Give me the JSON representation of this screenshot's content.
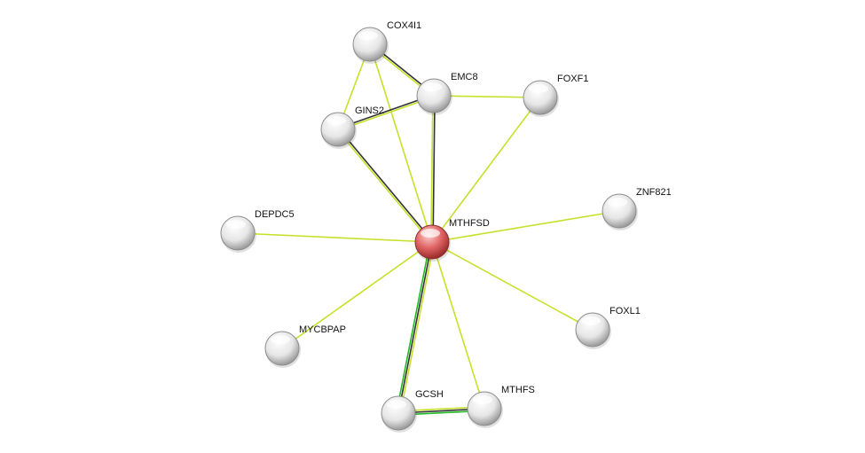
{
  "network": {
    "query_protein": "MTHFSD",
    "colors": {
      "textmining": "#c7e02a",
      "coexpression": "#333333",
      "database": "#22bb22",
      "query_node": "#e05a5a",
      "node": "#e8e8e8"
    },
    "nodes": [
      {
        "id": "COX4I1",
        "label": "COX4I1"
      },
      {
        "id": "EMC8",
        "label": "EMC8"
      },
      {
        "id": "FOXF1",
        "label": "FOXF1"
      },
      {
        "id": "GINS2",
        "label": "GINS2"
      },
      {
        "id": "ZNF821",
        "label": "ZNF821"
      },
      {
        "id": "DEPDC5",
        "label": "DEPDC5"
      },
      {
        "id": "MTHFSD",
        "label": "MTHFSD"
      },
      {
        "id": "FOXL1",
        "label": "FOXL1"
      },
      {
        "id": "MYCBPAP",
        "label": "MYCBPAP"
      },
      {
        "id": "GCSH",
        "label": "GCSH"
      },
      {
        "id": "MTHFS",
        "label": "MTHFS"
      }
    ],
    "edges": [
      {
        "source": "COX4I1",
        "target": "EMC8",
        "channels": [
          "coexpression",
          "textmining"
        ]
      },
      {
        "source": "COX4I1",
        "target": "GINS2",
        "channels": [
          "textmining"
        ]
      },
      {
        "source": "COX4I1",
        "target": "MTHFSD",
        "channels": [
          "textmining"
        ]
      },
      {
        "source": "GINS2",
        "target": "EMC8",
        "channels": [
          "coexpression",
          "textmining"
        ]
      },
      {
        "source": "EMC8",
        "target": "FOXF1",
        "channels": [
          "textmining"
        ]
      },
      {
        "source": "EMC8",
        "target": "MTHFSD",
        "channels": [
          "coexpression",
          "textmining"
        ]
      },
      {
        "source": "GINS2",
        "target": "MTHFSD",
        "channels": [
          "coexpression",
          "textmining"
        ]
      },
      {
        "source": "FOXF1",
        "target": "MTHFSD",
        "channels": [
          "textmining"
        ]
      },
      {
        "source": "ZNF821",
        "target": "MTHFSD",
        "channels": [
          "textmining"
        ]
      },
      {
        "source": "DEPDC5",
        "target": "MTHFSD",
        "channels": [
          "textmining"
        ]
      },
      {
        "source": "FOXL1",
        "target": "MTHFSD",
        "channels": [
          "textmining"
        ]
      },
      {
        "source": "MYCBPAP",
        "target": "MTHFSD",
        "channels": [
          "textmining"
        ]
      },
      {
        "source": "GCSH",
        "target": "MTHFSD",
        "channels": [
          "database",
          "coexpression",
          "textmining"
        ]
      },
      {
        "source": "MTHFS",
        "target": "MTHFSD",
        "channels": [
          "textmining"
        ]
      },
      {
        "source": "GCSH",
        "target": "MTHFS",
        "channels": [
          "textmining",
          "coexpression",
          "database"
        ]
      }
    ]
  }
}
